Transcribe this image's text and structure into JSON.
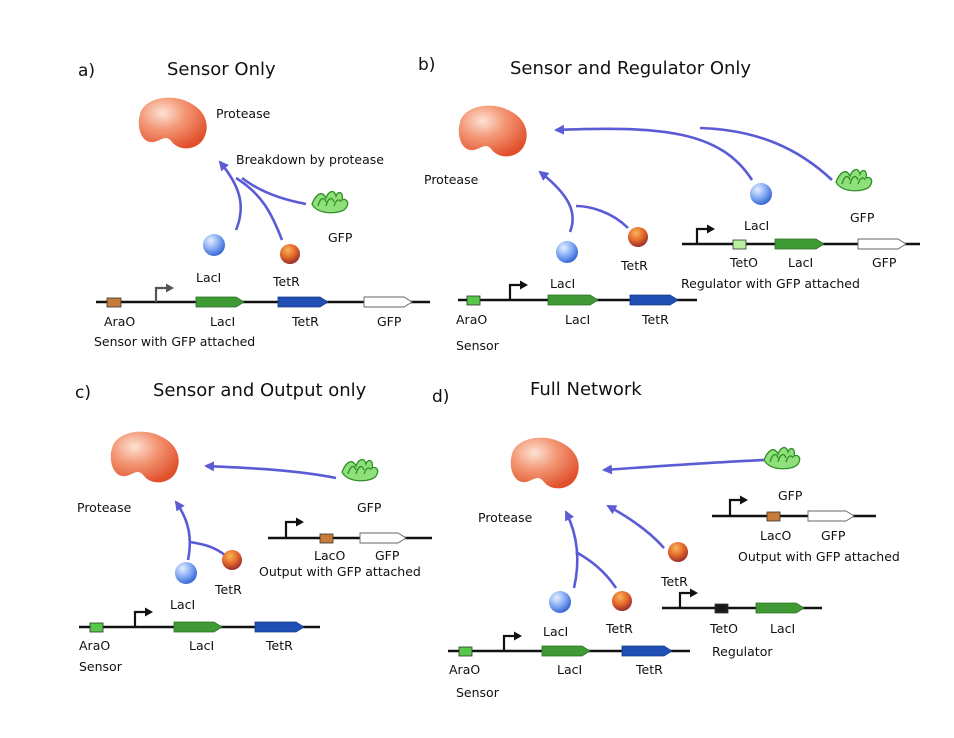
{
  "panels": {
    "a": {
      "letter": "a)",
      "title": "Sensor Only",
      "protease_label": "Protease",
      "breakdown_label": "Breakdown by protease",
      "laci": "LacI",
      "tetr": "TetR",
      "gfp": "GFP",
      "construct": {
        "parts": [
          "AraO",
          "LacI",
          "TetR",
          "GFP"
        ],
        "caption": "Sensor with GFP attached"
      }
    },
    "b": {
      "letter": "b)",
      "title": "Sensor and Regulator Only",
      "protease_label": "Protease",
      "laci": "LacI",
      "tetr": "TetR",
      "laci2": "LacI",
      "gfp": "GFP",
      "sensor": {
        "parts": [
          "AraO",
          "LacI",
          "TetR"
        ],
        "caption": "Sensor"
      },
      "regulator": {
        "parts": [
          "TetO",
          "LacI",
          "GFP"
        ],
        "caption": "Regulator with GFP attached"
      }
    },
    "c": {
      "letter": "c)",
      "title": "Sensor and Output only",
      "protease_label": "Protease",
      "laci": "LacI",
      "tetr": "TetR",
      "gfp": "GFP",
      "output": {
        "parts": [
          "LacO",
          "GFP"
        ],
        "caption": "Output with GFP attached"
      },
      "sensor": {
        "parts": [
          "AraO",
          "LacI",
          "TetR"
        ],
        "caption": "Sensor"
      }
    },
    "d": {
      "letter": "d)",
      "title": "Full Network",
      "protease_label": "Protease",
      "laci": "LacI",
      "tetr": "TetR",
      "tetr2": "TetR",
      "gfp": "GFP",
      "output": {
        "parts": [
          "LacO",
          "GFP"
        ],
        "caption": "Output with GFP attached"
      },
      "regulator": {
        "parts": [
          "TetO",
          "LacI"
        ],
        "caption": "Regulator"
      },
      "sensor": {
        "parts": [
          "AraO",
          "LacI",
          "TetR"
        ],
        "caption": "Sensor"
      }
    }
  },
  "colors": {
    "arrow": "#5b5bd6",
    "protease": "#f07a58",
    "laci_protein": "#6f9ef0",
    "tetr_protein": "#e8702a",
    "gfp_protein": "#4fbf3a",
    "gene_laci": "#3f9a35",
    "gene_tetr": "#1f4fb5",
    "gene_gfp": "#ffffff",
    "operator_ara": "#56c84a",
    "operator_lac": "#c97b3a",
    "operator_tet": "#1a1a1a"
  }
}
